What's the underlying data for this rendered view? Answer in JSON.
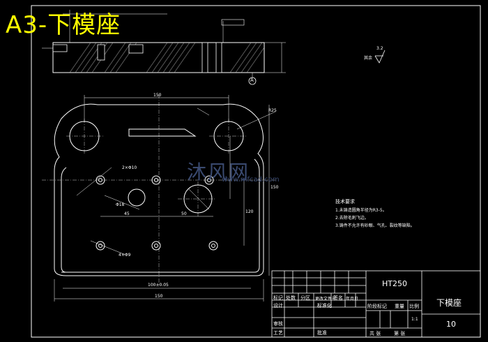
{
  "title": "A3-下模座",
  "watermark": {
    "brand": "沐风网",
    "url": "www.mfcad.com"
  },
  "section_mark": "A",
  "roughness_general": "3.2",
  "roughness_rest": "其余",
  "notes": {
    "heading": "技术要求",
    "items": [
      "1.未铸造圆角半径为R3-5。",
      "2.去除毛刺飞边。",
      "3.铸件不允许有砂眼、气孔、裂纹等缺陷。"
    ]
  },
  "title_block": {
    "material": "HT250",
    "part_name": "下模座",
    "quantity": "10",
    "scale": "1:1",
    "labels": {
      "mark": "标记",
      "count": "处数",
      "zone": "分区",
      "change_doc": "更改文件号",
      "sign": "签名",
      "date": "年月日",
      "design": "设计",
      "standardize": "标准化",
      "stage_mark": "阶段标记",
      "weight": "重量",
      "scale_label": "比例",
      "review": "审核",
      "process": "工艺",
      "approve": "批准",
      "total": "共 张",
      "sheet": "第 张"
    }
  },
  "dimensions": {
    "d_top": "150",
    "d_bottom_1": "100±0.05",
    "d_bottom_2": "150",
    "d_mid_left": "45",
    "d_mid_right": "50",
    "d_right": "150",
    "d_right2": "120",
    "d_r": "R25",
    "d_hole": "2×Φ10",
    "d_hole2": "Φ18",
    "d_small": "4×Φ9"
  }
}
